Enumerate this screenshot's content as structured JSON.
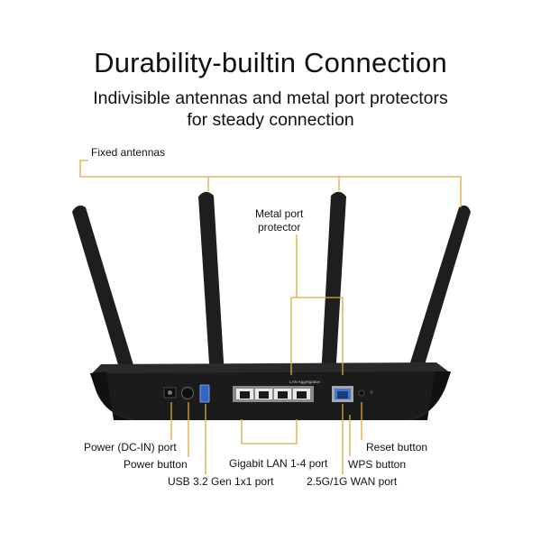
{
  "title": "Durability-builtin Connection",
  "subtitle": {
    "line1": "Indivisible antennas and metal port protectors",
    "line2": "for steady connection"
  },
  "callouts": {
    "fixed_antennas": "Fixed antennas",
    "metal_port_protector": {
      "line1": "Metal port",
      "line2": "protector"
    },
    "power_dc_in_port": "Power (DC-IN) port",
    "power_button": "Power button",
    "usb_port": "USB 3.2 Gen 1x1 port",
    "gigabit_lan": "Gigabit LAN 1-4 port",
    "wan_port": "2.5G/1G WAN port",
    "wps_button": "WPS button",
    "reset_button": "Reset button"
  },
  "router_markings": {
    "lan_aggregation": "LAN Aggregation"
  },
  "colors": {
    "callout_line": "#e0a93a",
    "router_body": "#1b1b1b",
    "antenna": "#1e1e1e",
    "usb_port": "#2f67c8",
    "wan_port": "#3b78d8"
  }
}
